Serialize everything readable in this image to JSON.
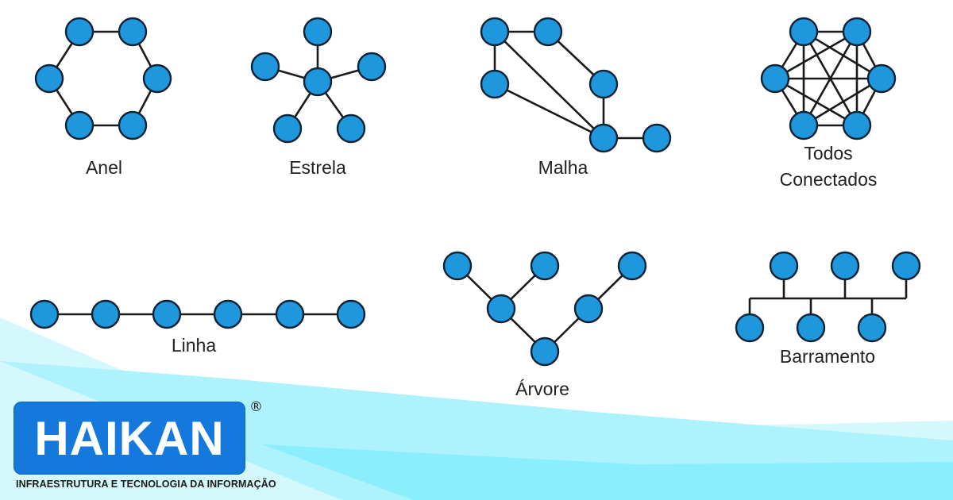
{
  "colors": {
    "node_fill": "#1f97dd",
    "node_stroke": "#0d2233",
    "edge": "#1a1a1a",
    "wave_light": "#c8f6fb",
    "wave_mid": "#9fefff",
    "logo_blue": "#1478dc"
  },
  "topologies": {
    "anel": {
      "label": "Anel"
    },
    "estrela": {
      "label": "Estrela"
    },
    "malha": {
      "label": "Malha"
    },
    "todos": {
      "label_line1": "Todos",
      "label_line2": "Conectados"
    },
    "linha": {
      "label": "Linha"
    },
    "arvore": {
      "label": "Árvore"
    },
    "barramento": {
      "label": "Barramento"
    }
  },
  "brand": {
    "name": "HAIKAN",
    "registered": "®",
    "tagline": "INFRAESTRUTURA E TECNOLOGIA DA INFORMAÇÃO"
  }
}
